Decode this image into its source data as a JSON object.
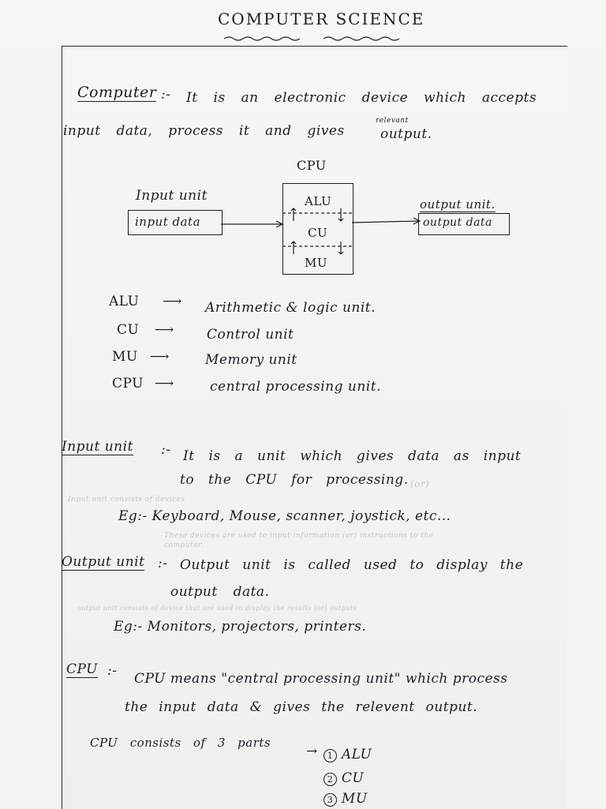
{
  "title": "COMPUTER SCIENCE",
  "computer": {
    "heading": "Computer",
    "sep": ":-",
    "line1": "It is an electronic device which accepts",
    "line2_a": "input data, process it and gives",
    "insert": "relevant",
    "line2_b": "output."
  },
  "diagram": {
    "cpu_label": "CPU",
    "input_label": "Input unit",
    "input_box": "input data",
    "output_label": "output unit.",
    "output_box": "output data",
    "alu": "ALU",
    "cu": "CU",
    "mu": "MU"
  },
  "abbrev": [
    {
      "abbr": "ALU",
      "full": "Arithmetic & logic unit."
    },
    {
      "abbr": "CU",
      "full": "Control unit"
    },
    {
      "abbr": "MU",
      "full": "Memory unit"
    },
    {
      "abbr": "CPU",
      "full": "central processing unit."
    }
  ],
  "input_unit": {
    "heading": "Input unit",
    "sep": ":-",
    "line1": "It is a unit which gives data as input",
    "line2": "to the CPU for processing.",
    "or": "(or)",
    "faint1": "Input unit consists of devices",
    "eg": "Eg:- Keyboard, Mouse, scanner, joystick, etc...",
    "faint2": "These devices are used to input information (or) instructions to the",
    "faint3": "computer."
  },
  "output_unit": {
    "heading": "Output unit",
    "sep": ":-",
    "line1": "Output unit is called used to display the",
    "line2": "output data.",
    "faint1": "output unit consists of device that are used to display the results (or) outputs",
    "eg": "Eg:- Monitors, projectors, printers."
  },
  "cpu": {
    "heading": "CPU",
    "sep": ":-",
    "line1": "CPU means \"central processing unit\" which process",
    "line2": "the input data & gives the relevent output.",
    "parts_intro": "CPU consists of 3 parts",
    "parts": [
      "ALU",
      "CU",
      "MU"
    ],
    "part_nums": [
      "1",
      "2",
      "3"
    ]
  }
}
